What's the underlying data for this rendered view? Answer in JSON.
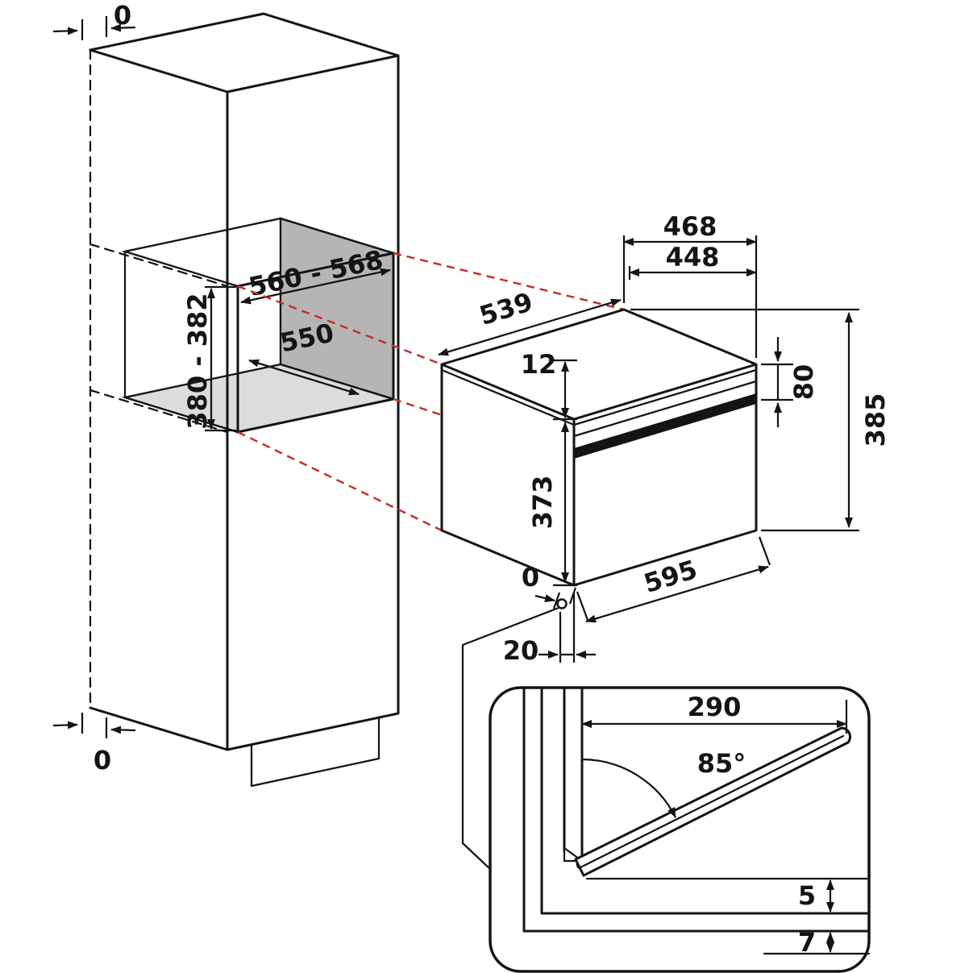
{
  "cabinet": {
    "top_clearance": "0",
    "bottom_clearance": "0",
    "niche": {
      "width": "560 - 568",
      "depth": "550",
      "height": "380 - 382"
    }
  },
  "appliance": {
    "depth_with_door": "468",
    "depth_body": "448",
    "body_width": "539",
    "top_frame_height": "12",
    "front_panel_height": "80",
    "overall_height": "385",
    "door_height": "373",
    "front_width": "595",
    "side_clearance": "0",
    "front_offset": "20"
  },
  "door_detail": {
    "open_door_depth": "290",
    "opening_angle": "85°",
    "gap_under_appliance": "5",
    "gap_below_shelf": "7"
  },
  "colors": {
    "line": "#141414",
    "projection": "#c53030",
    "niche_side_wall": "#b5b5b5",
    "niche_floor": "#dcdcdc",
    "background": "#ffffff"
  }
}
